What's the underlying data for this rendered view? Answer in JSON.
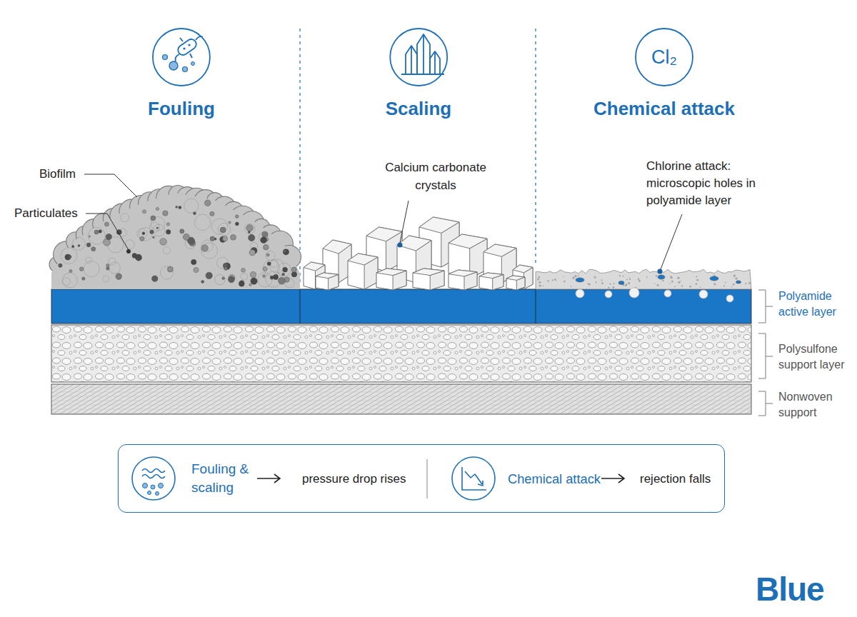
{
  "diagram": {
    "nodes": [
      {
        "text": [
          "Fouling"
        ]
      },
      {
        "text": [
          "Scaling"
        ]
      },
      {
        "text": [
          "Cl₂",
          "Chemical attack"
        ]
      },
      {
        "text": [
          "Fouling & scaling",
          "pressure drop rises",
          "Chemical attack",
          "rejection falls"
        ]
      }
    ],
    "labels": [
      "Biofilm",
      "Particulates",
      "Calcium carbonate crystals",
      "Chlorine attack: microscopic holes in polyamide layer",
      "Polyamide active layer",
      "Polysulfone support layer",
      "Nonwoven support",
      "Blue"
    ]
  }
}
